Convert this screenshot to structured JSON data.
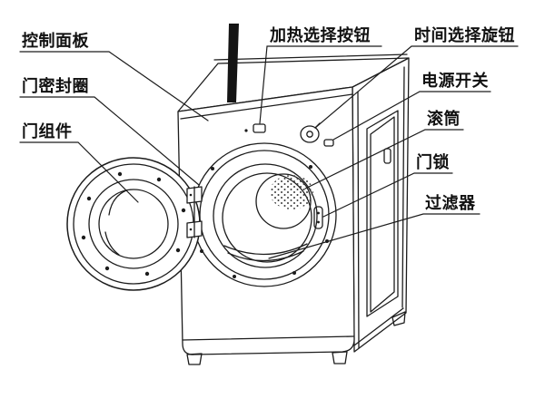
{
  "figure": {
    "background_color": "#ffffff",
    "line_color": "#1c1c1c",
    "labels": {
      "control_panel": "控制面板",
      "door_seal_ring": "门密封圈",
      "door_assembly": "门组件",
      "heat_select_button": "加热选择按钮",
      "time_select_knob": "时间选择旋钮",
      "power_switch": "电源开关",
      "drum": "滚筒",
      "door_lock": "门锁",
      "filter": "过滤器"
    }
  }
}
